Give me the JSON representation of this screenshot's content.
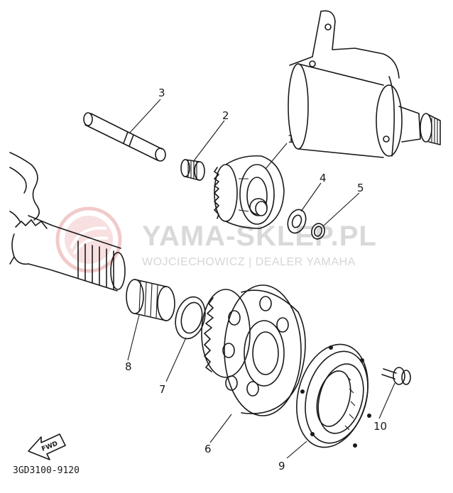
{
  "watermark": {
    "title": "YAMA-SKLEP.PL",
    "subtitle": "WOJCIECHOWICZ | DEALER YAMAHA",
    "logo_color": "#e8a0a0"
  },
  "diagram": {
    "code": "3GD3100-9120",
    "direction_label": "FWD",
    "callouts": [
      {
        "id": "1",
        "label": "1"
      },
      {
        "id": "2",
        "label": "2"
      },
      {
        "id": "3",
        "label": "3"
      },
      {
        "id": "4",
        "label": "4"
      },
      {
        "id": "5",
        "label": "5"
      },
      {
        "id": "6",
        "label": "6"
      },
      {
        "id": "7",
        "label": "7"
      },
      {
        "id": "8",
        "label": "8"
      },
      {
        "id": "9",
        "label": "9"
      },
      {
        "id": "10",
        "label": "10"
      }
    ]
  }
}
